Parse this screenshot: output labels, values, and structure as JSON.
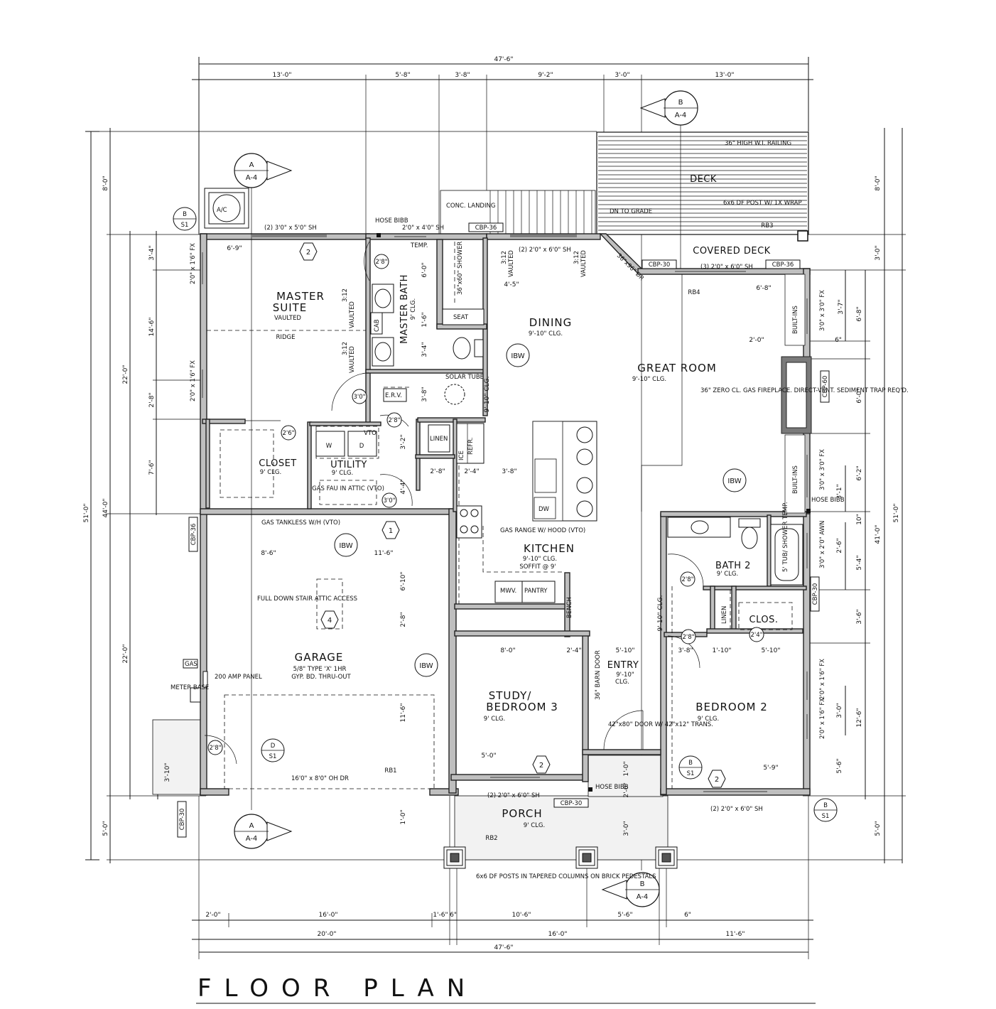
{
  "title": "FLOOR PLAN",
  "overall_dims": {
    "top_overall": "47'-6\"",
    "bottom_overall": "47'-6\"",
    "left_overall": "51'-0\"",
    "right_overall": "51'-0\"",
    "left_44": "44'-0\"",
    "right_41": "41'-0\""
  },
  "top_dims": [
    "13'-0\"",
    "5'-8\"",
    "3'-8\"",
    "9'-2\"",
    "3'-0\"",
    "13'-0\""
  ],
  "bottom_dims_row1": [
    "2'-0\"",
    "16'-0\"",
    "1'-6\"",
    "6\"",
    "10'-6\"",
    "5'-6\"",
    "6\""
  ],
  "bottom_dims_row2": [
    "20'-0\"",
    "16'-0\"",
    "11'-6\""
  ],
  "left_dims_outer": [
    "8'-0\"",
    "22'-0\"",
    "22'-0\"",
    "5'-0\""
  ],
  "left_dims_inner": [
    "3'-4\"",
    "14'-6\"",
    "2'-8\"",
    "7'-6\"",
    "3'-10\""
  ],
  "right_dims_outer": [
    "8'-0\"",
    "3'-0\"",
    "5'-0\""
  ],
  "right_dims_inner": [
    "3'-7\"",
    "6'-8\"",
    "6\"",
    "6'-0\"",
    "6'-2\"",
    "3'-1\"",
    "10\"",
    "2'-6\"",
    "5'-4\"",
    "3'-6\"",
    "3'-0\"",
    "12'-6\"",
    "5'-6\""
  ],
  "rooms": {
    "master_suite": {
      "name1": "MASTER",
      "name2": "SUITE",
      "note": "VAULTED",
      "ridge": "RIDGE"
    },
    "master_bath": {
      "name": "MASTER BATH",
      "note": "9' CLG."
    },
    "closet": {
      "name": "CLOSET",
      "note": "9' CLG."
    },
    "utility": {
      "name": "UTILITY",
      "note": "9' CLG.",
      "fau": "GAS FAU IN ATTIC (VTO)",
      "w": "W",
      "d": "D",
      "vto": "VTO"
    },
    "garage": {
      "name": "GARAGE",
      "note1": "5/8\" TYPE 'X' 1HR",
      "note2": "GYP. BD. THRU-OUT"
    },
    "dining": {
      "name": "DINING",
      "note": "9'-10\" CLG."
    },
    "great_room": {
      "name": "GREAT ROOM",
      "note": "9'-10\" CLG."
    },
    "kitchen": {
      "name": "KITCHEN",
      "note1": "9'-10\" CLG.",
      "note2": "SOFFIT @ 9'"
    },
    "study": {
      "name1": "STUDY/",
      "name2": "BEDROOM 3",
      "note": "9' CLG."
    },
    "entry": {
      "name": "ENTRY",
      "note1": "9'-10\"",
      "note2": "CLG."
    },
    "bath2": {
      "name": "BATH 2",
      "note": "9' CLG."
    },
    "clos": {
      "name": "CLOS."
    },
    "bedroom2": {
      "name": "BEDROOM 2",
      "note": "9' CLG."
    },
    "porch": {
      "name": "PORCH",
      "note": "9' CLG."
    },
    "deck": {
      "name": "DECK"
    },
    "covered_deck": {
      "name": "COVERED DECK"
    }
  },
  "notes": {
    "railing": "36\" HIGH W.I. RAILING",
    "post": "6x6 DF POST W/ 1X WRAP",
    "dn_to_grade": "DN TO GRADE",
    "conc_landing": "CONC. LANDING",
    "hose_bibb": "HOSE BIBB",
    "fireplace": "36\" ZERO CL. GAS FIREPLACE. DIRECT-VENT. SEDIMENT TRAP REQ'D.",
    "tankless": "GAS TANKLESS W/H (VTO)",
    "attic": "FULL DOWN STAIR ATTIC ACCESS",
    "panel": "200 AMP PANEL",
    "meter": "METER BASE",
    "gas": "GAS",
    "oh_door": "16'0\" x 8'0\" OH DR",
    "gas_range": "GAS RANGE W/ HOOD (VTO)",
    "porch_posts": "6x6 DF POSTS IN TAPERED COLUMNS ON BRICK PEDESTALS",
    "entry_door": "42\"x80\" DOOR W/ 42\"x12\" TRANS.",
    "barn_door": "36\" BARN DOOR",
    "solar_tube": "SOLAR TUBE",
    "shower": "36\"x60\" SHOWER",
    "seat": "SEAT",
    "tub": "5' TUB/ SHOWER TEMP.",
    "temp": "TEMP.",
    "cab": "CAB",
    "erv": "E.R.V.",
    "linen": "LINEN",
    "ice": "ICE",
    "refr": "REFR.",
    "mwv": "MWV.",
    "pantry": "PANTRY",
    "bench": "BENCH",
    "dw": "DW",
    "built_ins": "BUILT-INS",
    "ac": "A/C",
    "vaulted": "VAULTED",
    "slope": "3:12"
  },
  "tags": {
    "ibw": "IBW",
    "cbp36": "CBP-36",
    "cbp30": "CBP-30",
    "cbp60": "CBP-60",
    "rb1": "RB1",
    "rb2": "RB2",
    "rb3": "RB3",
    "rb4": "RB4",
    "sec_a": "A",
    "sec_b": "B",
    "sheet_a4": "A-4",
    "det_b": "B",
    "det_d": "D",
    "sheet_s1": "S1",
    "hex1": "1",
    "hex2": "2",
    "hex4": "4"
  },
  "windows": {
    "w_2_3x5": "(2) 3'0\" x 5'0\" SH",
    "w_2x4": "2'0\" x 4'0\" SH",
    "w_2_2x6_a": "(2) 2'0\" x 6'0\" SH",
    "w_2_2x6_b": "(3) 2'0\" x 6'0\" SH",
    "w_2_2x6_c": "(2) 2'0\" x 6'0\" SH",
    "w_2_2x6_d": "(2) 2'0\" x 6'0\" SH",
    "w_2x1_fx": "2'0\" x 1'6\" FX",
    "w_3x3_fx": "3'0\" x 3'0\" FX",
    "w_3x2_awn": "3'0\" x 2'0\" AWN",
    "w_2x1_fx_b": "2'0\" x 1'6\" FX",
    "w_36x96": "36\"x96\" DR"
  },
  "room_dims": {
    "ms_6_9": "6'-9\"",
    "mb_6_0": "6'-0\"",
    "mb_1_6": "1'-6\"",
    "mb_3_4": "3'-4\"",
    "mb_3_8": "3'-8\"",
    "mb_3_2": "3'-2\"",
    "mb_4_4": "4'-4\"",
    "din_4_5": "4'-5\"",
    "k_2_8": "2'-8\"",
    "k_2_4": "2'-4\"",
    "k_3_8": "3'-8\"",
    "gr_6_8": "6'-8\"",
    "gr_2_0": "2'-0\"",
    "g_8_6": "8'-6\"",
    "g_11_6": "11'-6\"",
    "g_6_10": "6'-10\"",
    "g_2_8": "2'-8\"",
    "g_11_6v": "11'-6\"",
    "g_1_0": "1'-0\"",
    "s_8_0": "8'-0\"",
    "s_2_4": "2'-4\"",
    "s_5_10": "5'-10\"",
    "s_5_0": "5'-0\"",
    "b_3_8": "3'-8\"",
    "b_1_10": "1'-10\"",
    "b_5_10": "5'-10\"",
    "b_5_9": "5'-9\"",
    "p_3_0": "3'-0\"",
    "p_2_0": "2'-0\"",
    "p_1_0": "1'-0\"",
    "b_9_10": "9'-10\" CLG.",
    "k_9_10": "9'-10\" CLG.",
    "door_28": "2'8\"",
    "door_30": "3'0\"",
    "door_26": "2'6\"",
    "door_24": "2'4\""
  }
}
